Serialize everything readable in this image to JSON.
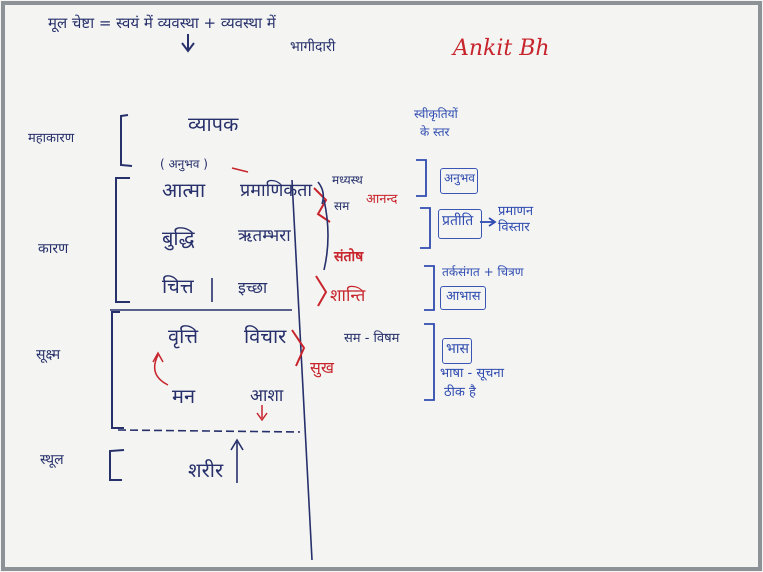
{
  "board": {
    "signature": "Ankit Bh",
    "header": {
      "line1": "मूल चेष्टा = स्वयं में व्यवस्था + व्यवस्था में",
      "line2": "भागीदारी"
    },
    "left_labels": {
      "mahakaran": "महाकारण",
      "karan": "कारण",
      "sukshm": "सूक्ष्म",
      "sthul": "स्थूल"
    },
    "center": {
      "vyapak": "व्यापक",
      "anubhav": "( अनुभव )",
      "atma": "आत्मा",
      "pramanikta": "प्रमाणिकता",
      "buddhi": "बुद्धि",
      "ritambhara": "ऋतम्भरा",
      "chitt": "चित्त",
      "ichchha": "इच्छा",
      "vritti": "वृत्ति",
      "vichar": "विचार",
      "man": "मन",
      "aasha": "आशा",
      "sharir": "शरीर"
    },
    "middle_right": {
      "madhyasth": "मध्यस्थ",
      "sam": "सम",
      "anand": "आनन्द",
      "santosh": "संतोष",
      "shanti": "शान्ति",
      "sukh": "सुख",
      "sam_visham": "सम - विषम"
    },
    "right": {
      "heading_1": "स्वीकृतियों",
      "heading_2": "के स्तर",
      "anubhav": "अनुभव",
      "pratiti": "प्रतीति",
      "pramanan_1": "प्रमाणन",
      "pramanan_2": "विस्तार",
      "tarksangat": "तर्कसंगत + चित्रण",
      "aabhas": "आभास",
      "bhas": "भास",
      "bhasa_1": "भाषा - सूचना",
      "bhasa_2": "ठीक है"
    }
  }
}
